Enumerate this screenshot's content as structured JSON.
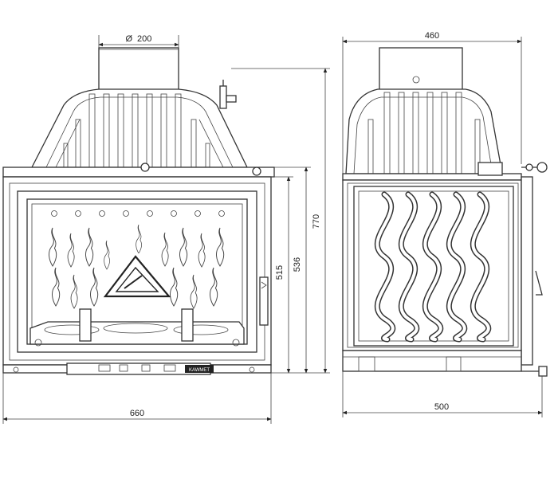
{
  "dimensions": {
    "flue_diameter_symbol": "Ø",
    "flue_diameter": "200",
    "front_width": "660",
    "total_height": "770",
    "height_mid": "536",
    "height_door": "515",
    "side_top_width": "460",
    "side_depth": "500"
  },
  "branding": {
    "plate_text": "KAWMET"
  }
}
